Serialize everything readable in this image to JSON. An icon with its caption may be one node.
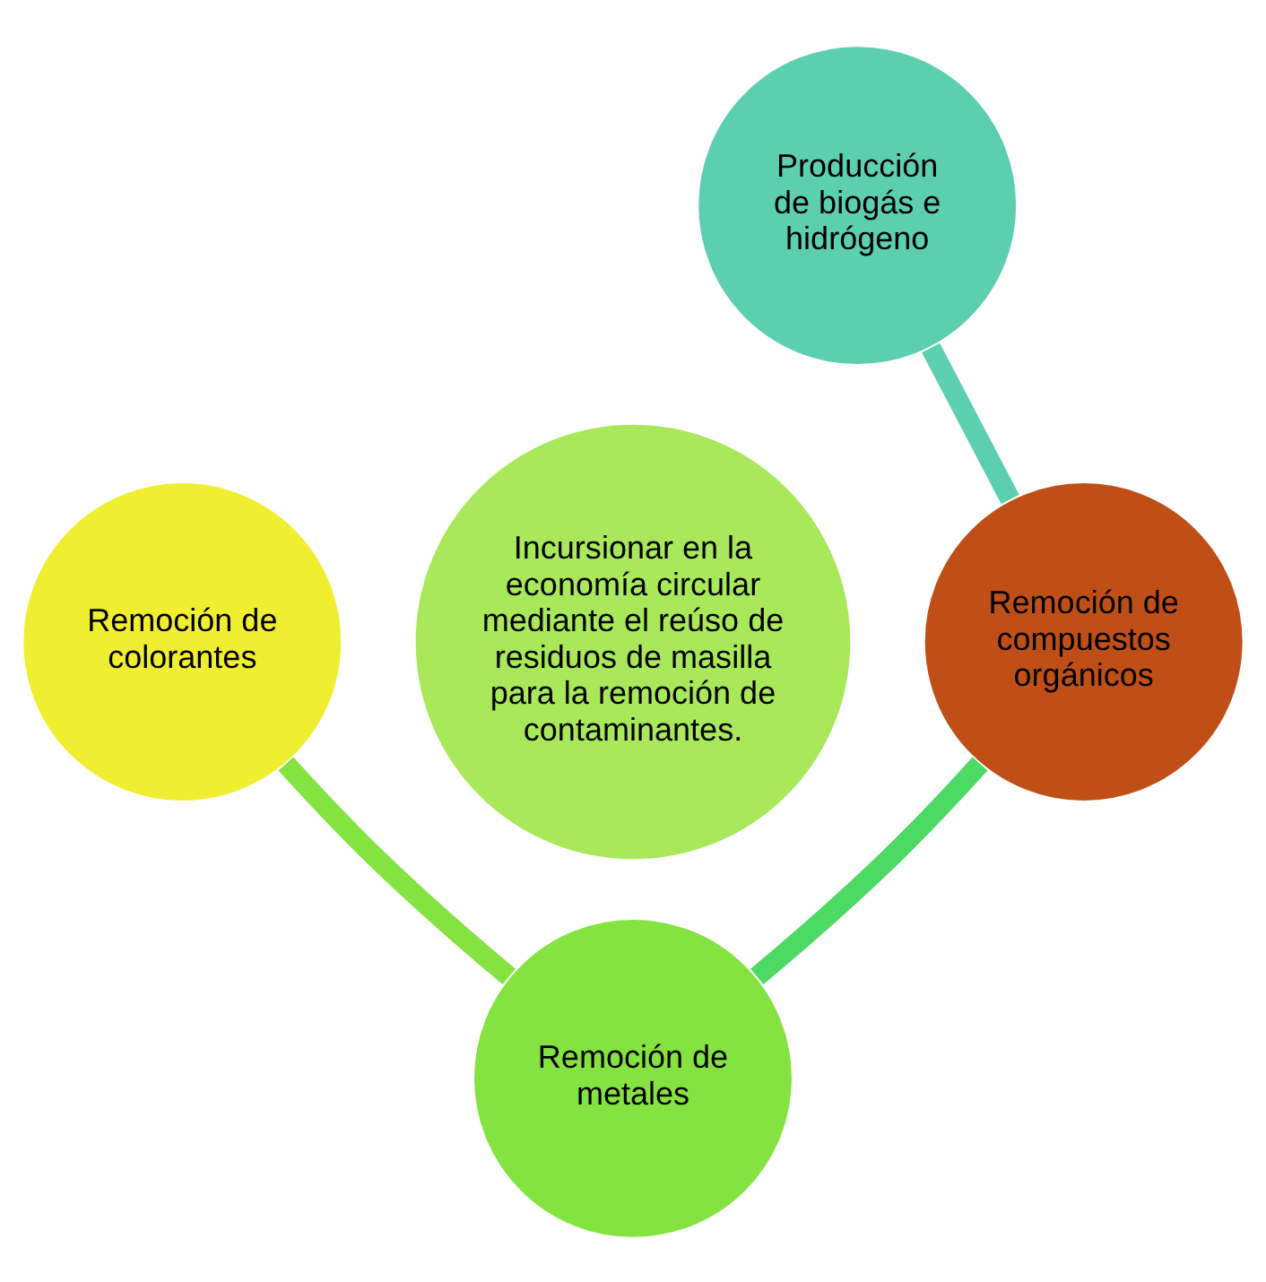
{
  "diagram": {
    "nodes": [
      {
        "text": [
          "Incursionar en la economía circular mediante el reúso de residuos de masilla para la remoción de contaminantes."
        ]
      },
      {
        "text": [
          "Producción de biogás e hidrógeno"
        ]
      },
      {
        "text": [
          "Remoción de compuestos orgánicos"
        ]
      },
      {
        "text": [
          "Remoción de metales"
        ]
      },
      {
        "text": [
          "Remoción de colorantes"
        ]
      }
    ],
    "edges": [
      {
        "from": 1,
        "to": 2,
        "arrow": "none",
        "color": "#5ccfb1"
      },
      {
        "from": 2,
        "to": 3,
        "arrow": "none",
        "color": "#4cd964"
      },
      {
        "from": 3,
        "to": 4,
        "arrow": "none",
        "color": "#84e340"
      }
    ]
  }
}
